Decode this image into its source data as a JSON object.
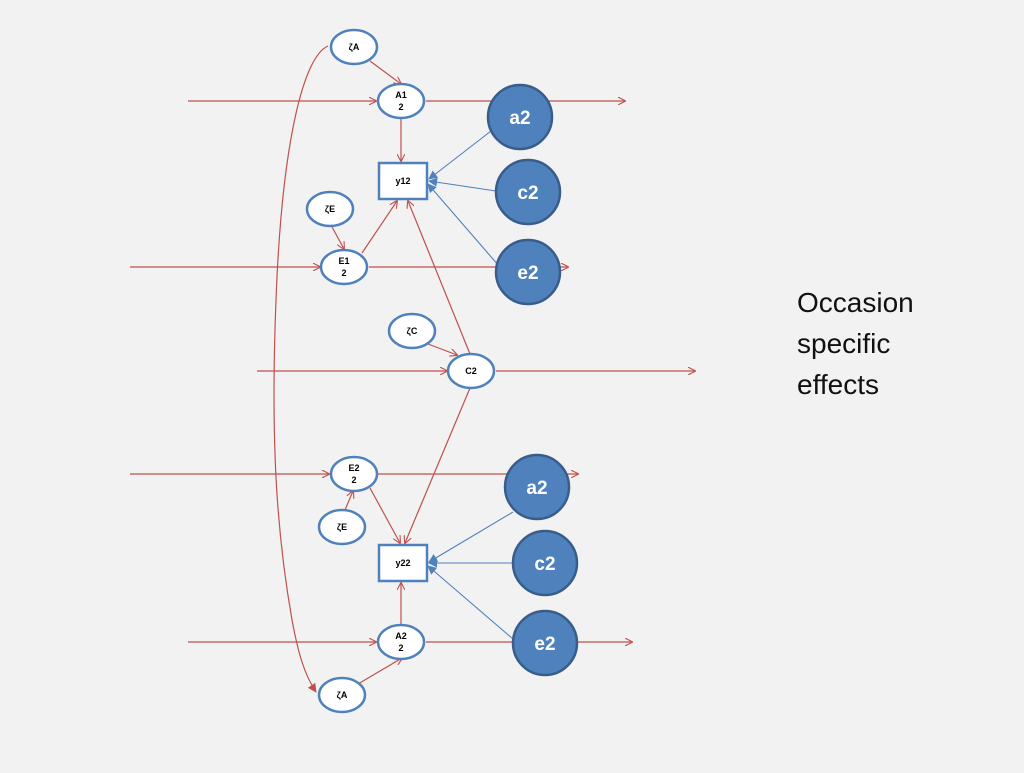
{
  "caption": {
    "lines": [
      "Occasion",
      "specific",
      "effects"
    ]
  },
  "nodes": {
    "zeta_a_top": "ζA",
    "a1": [
      "A1",
      "2"
    ],
    "y12": "y12",
    "zeta_e_top": "ζE",
    "e1": [
      "E1",
      "2"
    ],
    "a2_top": "a2",
    "c2_top": "c2",
    "e2_top": "e2",
    "zeta_c": "ζC",
    "c2_mid": "C2",
    "e2_mid": [
      "E2",
      "2"
    ],
    "zeta_e_bottom": "ζE",
    "y22": "y22",
    "a2_bottom": "a2",
    "c2_bottom": "c2",
    "e2_bottom": "e2",
    "a2_node": [
      "A2",
      "2"
    ],
    "zeta_a_bottom": "ζA"
  },
  "colors": {
    "background": "#f2f2f2",
    "path_red": "#c0504d",
    "path_blue": "#4f81bd",
    "node_border": "#4f81bd",
    "factor_fill": "#4f81bd",
    "factor_border": "#385d8a"
  }
}
